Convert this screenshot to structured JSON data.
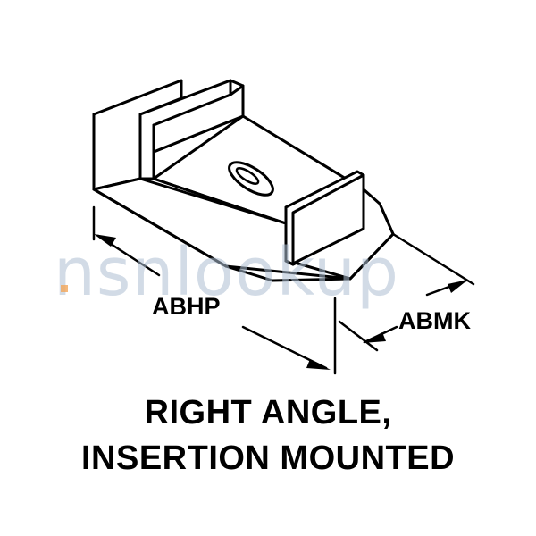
{
  "diagram": {
    "dimension_labels": {
      "length": "ABHP",
      "width": "ABMK"
    },
    "watermark": "nsnlookup",
    "caption": {
      "line1": "RIGHT ANGLE,",
      "line2": "INSERTION MOUNTED"
    }
  }
}
